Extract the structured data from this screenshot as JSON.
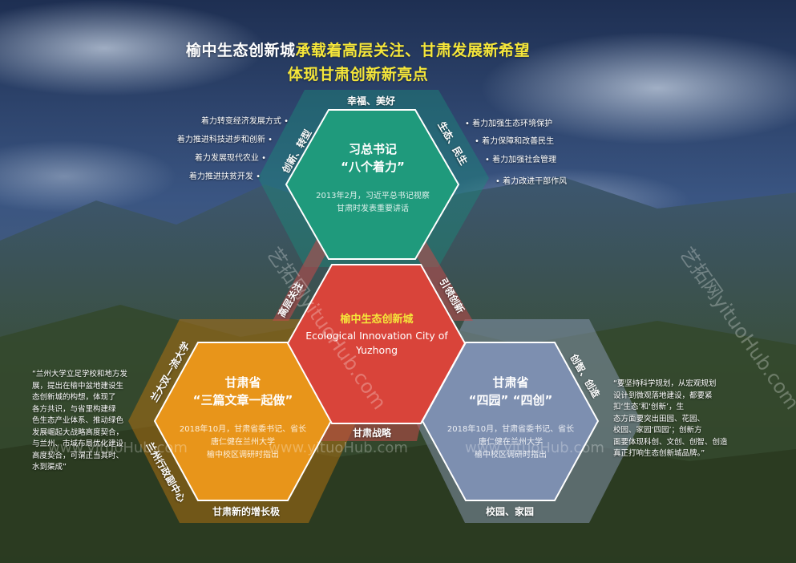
{
  "title": {
    "line1_white": "榆中生态创新城",
    "line1_yellow": "承载着高层关注、甘肃发展新希望",
    "line2_yellow": "体现甘肃创新新亮点"
  },
  "hexagons": {
    "top": {
      "title1": "习总书记",
      "title2": "“八个着力”",
      "sub1": "2013年2月，习近平总书记视察",
      "sub2": "甘肃时发表重要讲话",
      "color": "#1f9a7c"
    },
    "center": {
      "title": "榆中生态创新城",
      "en1": "Ecological Innovation City of",
      "en2": "Yuzhong",
      "color": "#d9443a"
    },
    "left": {
      "title1": "甘肃省",
      "title2": "“三篇文章一起做”",
      "sub1": "2018年10月，甘肃省委书记、省长",
      "sub2": "唐仁健在兰州大学",
      "sub3": "榆中校区调研时指出",
      "color": "#e8951a"
    },
    "right": {
      "title1": "甘肃省",
      "title2": "“四园”  “四创”",
      "sub1": "2018年10月，甘肃省委书记、省长",
      "sub2": "唐仁健在兰州大学",
      "sub3": "榆中校区调研时指出",
      "color": "#7d8fb0"
    }
  },
  "edges": {
    "top_happiness": "幸福、美好",
    "top_innovation": "创新、转型",
    "top_ecology": "生态、民生",
    "high_attention": "高层关注",
    "lead_innovation": "引领创新",
    "gansu_strategy": "甘肃战略",
    "left_double_first": "兰大双一流大学",
    "left_admin_center": "兰州行政副中心",
    "left_growth": "甘肃新的增长极",
    "right_create": "创智、创造",
    "right_campus": "校园、家园"
  },
  "bullets_left": [
    "着力转变经济发展方式",
    "着力推进科技进步和创新",
    "着力发展现代农业",
    "着力推进扶贫开发"
  ],
  "bullets_right": [
    "着力加强生态环境保护",
    "着力保障和改善民生",
    "着力加强社会管理",
    "着力改进干部作风"
  ],
  "left_paragraph": [
    "“兰州大学立足学校和地方发",
    "展，提出在榆中盆地建设生",
    "态创新城的构想，体现了",
    "各方共识，与省里构建绿",
    "色生态产业体系、推动绿色",
    "发展崛起大战略高度契合，",
    "与兰州、市域布局优化建设",
    "高度契合，可谓正当其时、",
    "水到渠成”"
  ],
  "right_paragraph": [
    "“要坚持科学规划，从宏观规划",
    "设计到微观落地建设，都要紧",
    "扣‘生态’和‘创新’，生",
    "态方面要突出田园、花园、",
    "校园、家园‘四园’；创新方",
    "面要体现科创、文创、创智、创造",
    "真正打响生态创新城品牌。”"
  ],
  "watermarks": [
    "艺拓网yituoHub.com",
    "www.yituoHub.com"
  ]
}
